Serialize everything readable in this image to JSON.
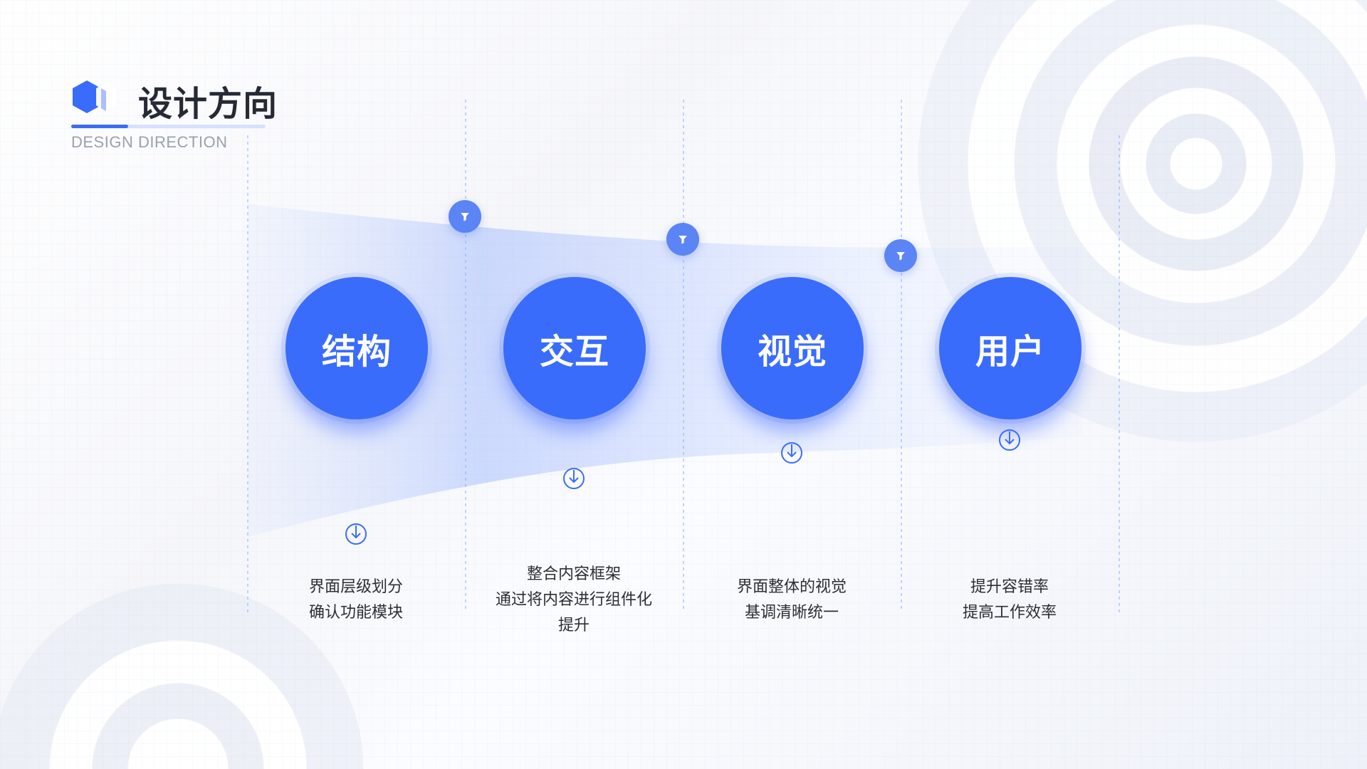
{
  "header": {
    "title": "设计方向",
    "subtitle": "DESIGN DIRECTION"
  },
  "theme": {
    "accent": "#3a6cfb",
    "accent_light": "#5b84f4",
    "text": "#2b2f36",
    "muted": "#9aa1ae"
  },
  "columns": [
    {
      "label": "结构",
      "description": [
        "界面层级划分",
        "确认功能模块"
      ]
    },
    {
      "label": "交互",
      "description": [
        "整合内容框架",
        "通过将内容进行组件化",
        "提升"
      ]
    },
    {
      "label": "视觉",
      "description": [
        "界面整体的视觉",
        "基调清晰统一"
      ]
    },
    {
      "label": "用户",
      "description": [
        "提升容错率",
        "提高工作效率"
      ]
    }
  ],
  "icons": {
    "filter": "filter-icon",
    "download": "download-icon"
  }
}
